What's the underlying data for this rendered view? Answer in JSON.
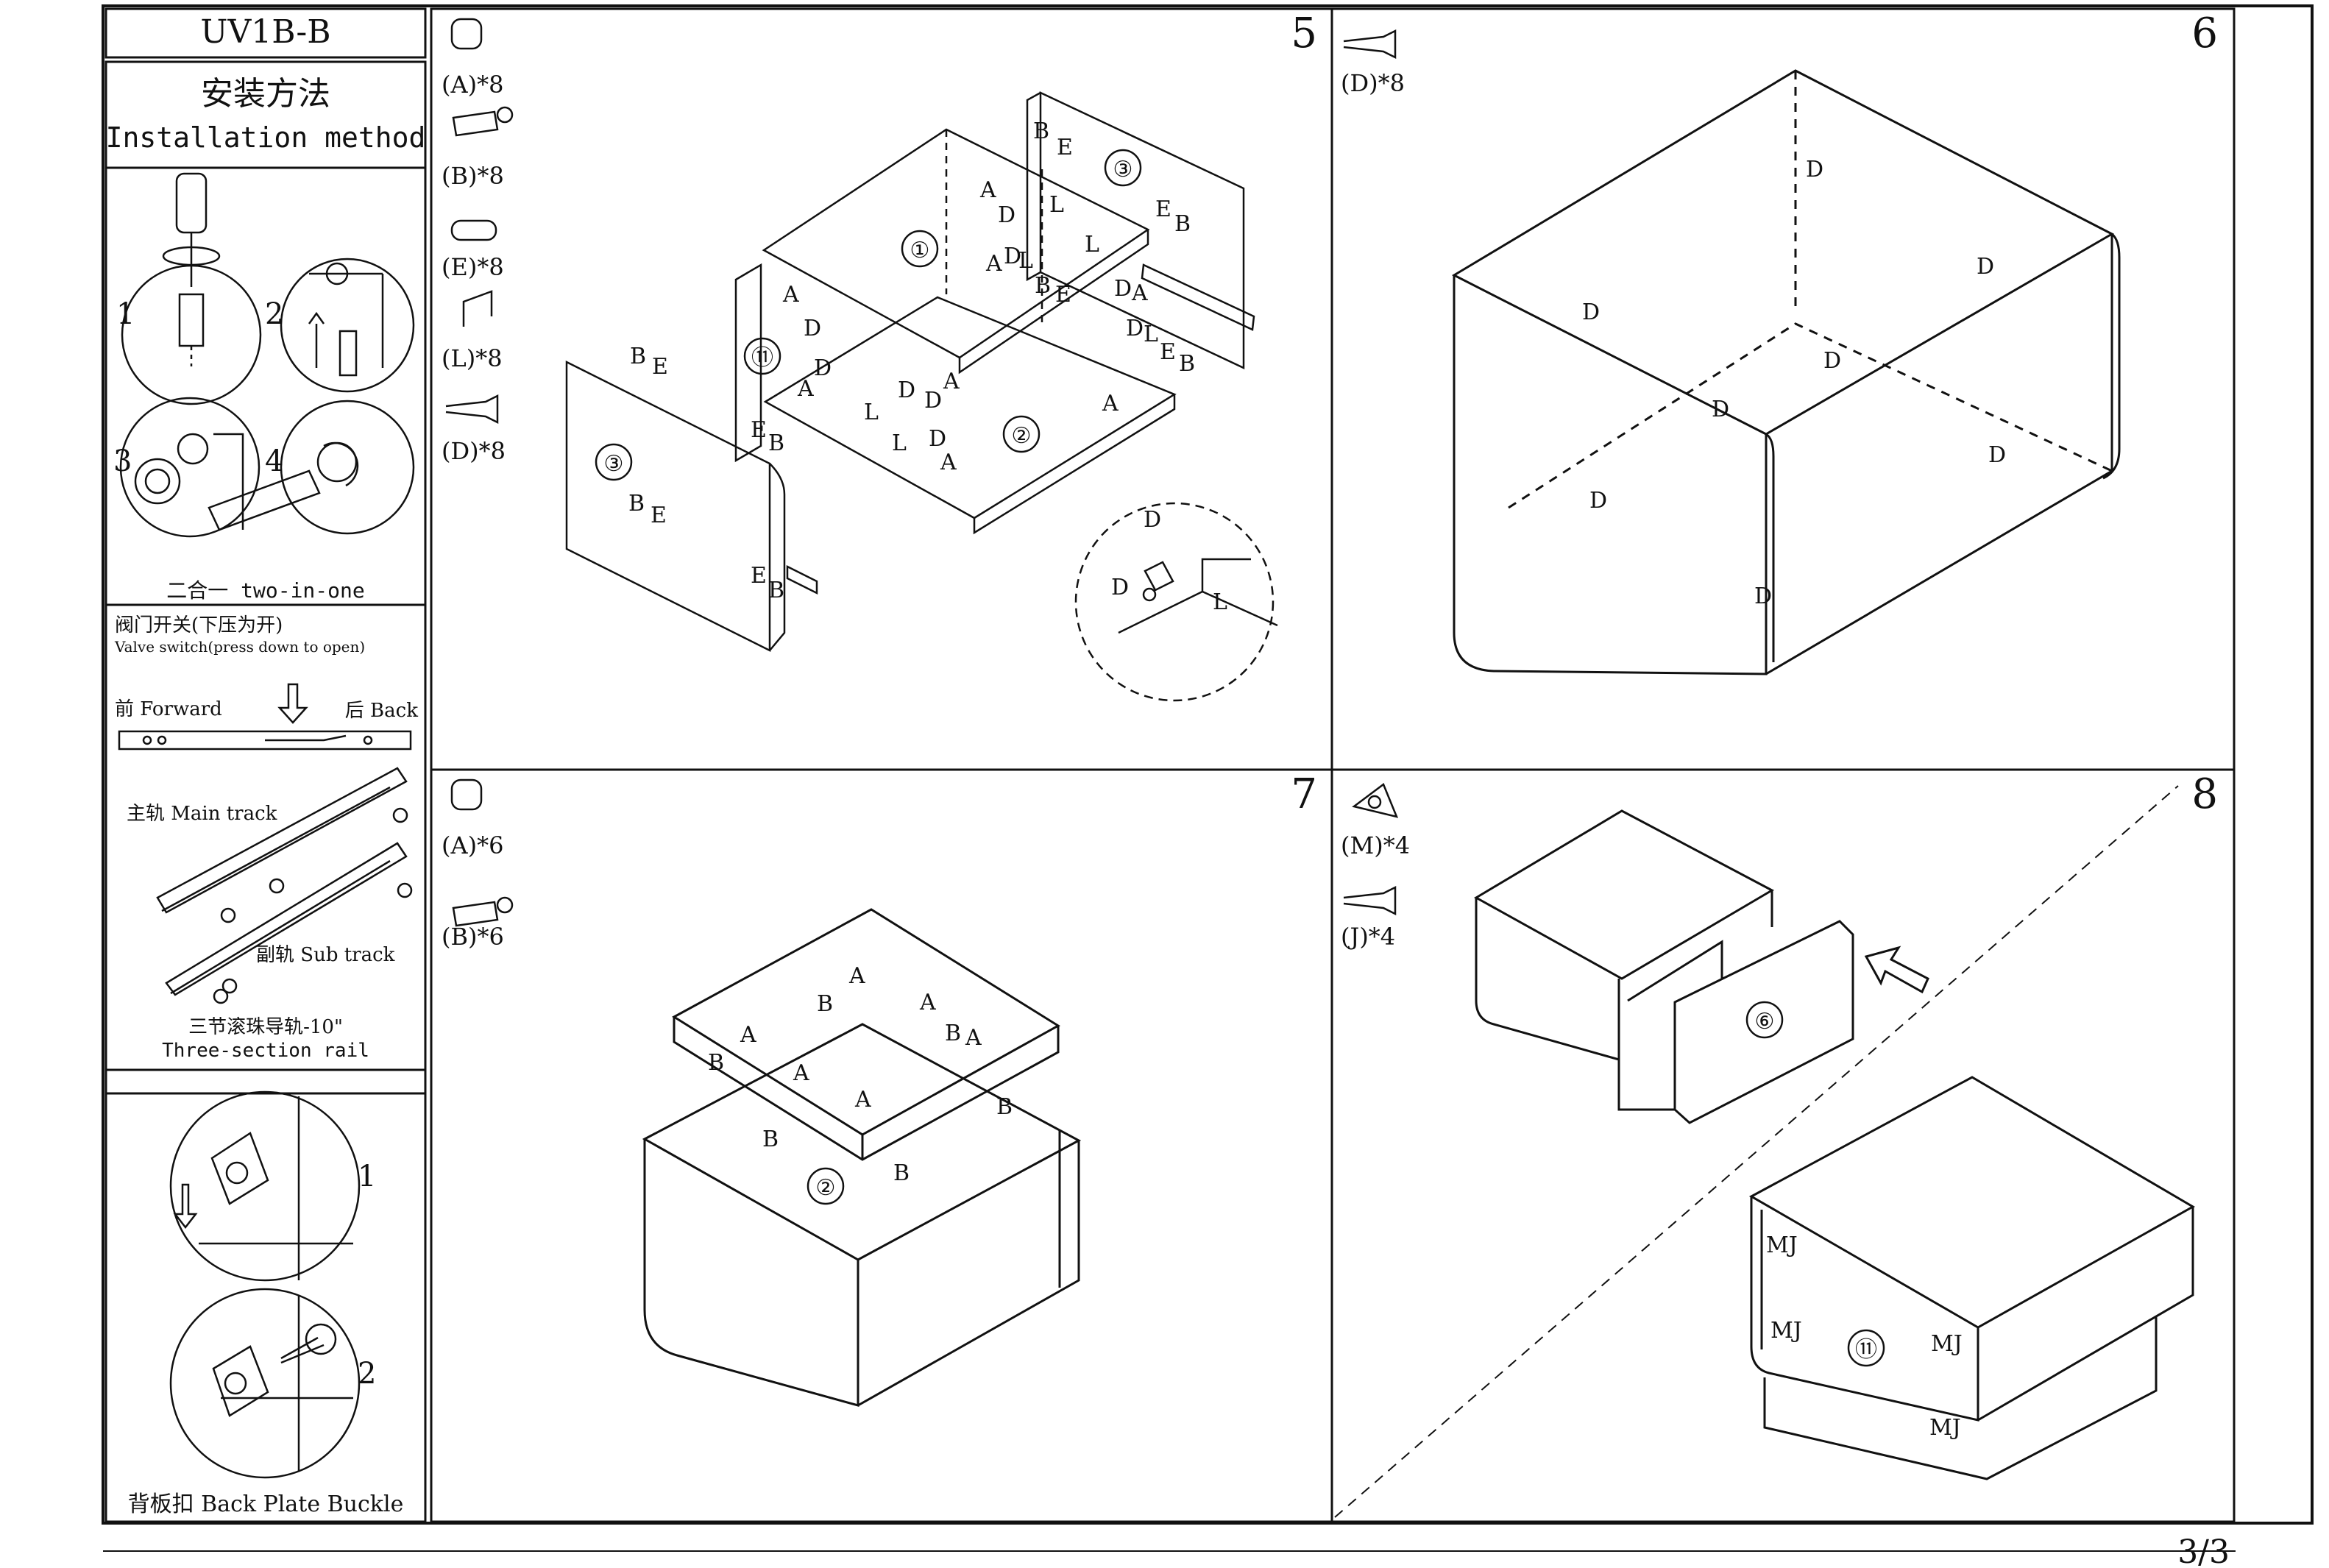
{
  "header": {
    "model": "UV1B-B",
    "page": "3/3"
  },
  "sidebar": {
    "title_cn": "安装方法",
    "title_en": "Installation method",
    "cam_step_numbers": [
      "1",
      "2",
      "3",
      "4"
    ],
    "cam_caption": "二合一  two-in-one",
    "valve_cn": "阀门开关(下压为开)",
    "valve_en": "Valve switch(press down to open)",
    "forward": "前 Forward",
    "back": "后 Back",
    "main_track": "主轨 Main track",
    "sub_track": "副轨 Sub track",
    "rail_cn": "三节滚珠导轨-10\"",
    "rail_en": "Three-section  rail",
    "buckle_numbers": [
      "1",
      "2"
    ],
    "buckle_caption": "背板扣 Back Plate Buckle"
  },
  "steps": [
    {
      "number": "5",
      "parts": [
        "(A)*8",
        "(B)*8",
        "(E)*8",
        "(L)*8",
        "(D)*8"
      ],
      "panel_labels": [
        "①",
        "②",
        "③",
        "③",
        "⑪"
      ]
    },
    {
      "number": "6",
      "parts": [
        "(D)*8"
      ]
    },
    {
      "number": "7",
      "parts": [
        "(A)*6",
        "(B)*6"
      ],
      "panel_labels": [
        "②"
      ]
    },
    {
      "number": "8",
      "parts": [
        "(M)*4",
        "(J)*4"
      ],
      "panel_labels": [
        "⑥",
        "⑪"
      ]
    }
  ],
  "hardware_letters": [
    "A",
    "B",
    "D",
    "E",
    "L",
    "MJ"
  ]
}
